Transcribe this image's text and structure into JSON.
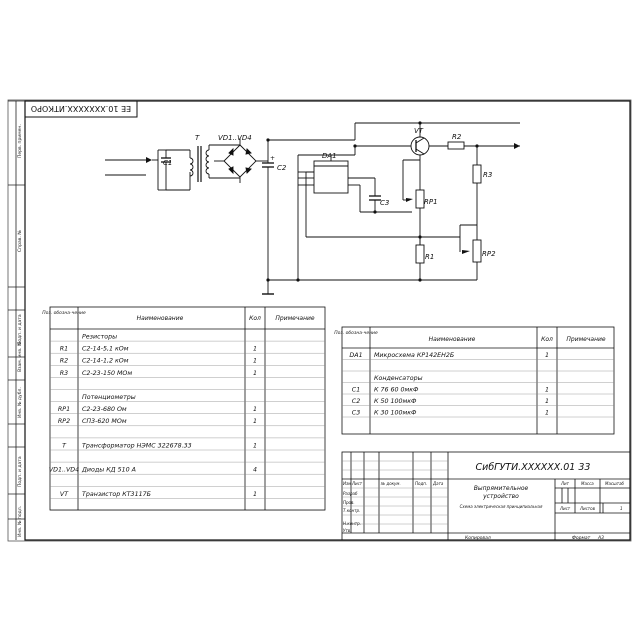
{
  "sheet": {
    "rotated_code": "ЕЕ 10.XXXXXXX.ИТКОРО",
    "side_top": [
      "Перв. примен.",
      "Справ. №"
    ],
    "side_bottom": [
      "Подп. и дата",
      "Инв. № дубл.",
      "Взам. инв. №",
      "Подп. и дата",
      "Инв. № подл."
    ]
  },
  "circuit": {
    "labels": [
      "T",
      "VD1..VD4",
      "C1",
      "C2",
      "DA1",
      "C3",
      "VT",
      "R2",
      "R3",
      "RP1",
      "R1",
      "RP2"
    ]
  },
  "table_left": {
    "col_pos": "Поз. обозна-чение",
    "col_name": "Наименование",
    "col_qty": "Кол",
    "col_note": "Примечание",
    "rows": [
      {
        "pos": "",
        "name": "Резисторы",
        "qty": ""
      },
      {
        "pos": "R1",
        "name": "С2-14-5,1 кОм",
        "qty": "1"
      },
      {
        "pos": "R2",
        "name": "С2-14-1,2 кОм",
        "qty": "1"
      },
      {
        "pos": "R3",
        "name": "С2-23-150 МОм",
        "qty": "1"
      },
      {
        "pos": "",
        "name": "",
        "qty": ""
      },
      {
        "pos": "",
        "name": "Потенциометры",
        "qty": ""
      },
      {
        "pos": "RP1",
        "name": "С2-23-680 Ом",
        "qty": "1"
      },
      {
        "pos": "RP2",
        "name": "СП3-620 МОм",
        "qty": "1"
      },
      {
        "pos": "",
        "name": "",
        "qty": ""
      },
      {
        "pos": "T",
        "name": "Трансформатор НЭМС 322678.33",
        "qty": "1"
      },
      {
        "pos": "",
        "name": "",
        "qty": ""
      },
      {
        "pos": "VD1..VD4",
        "name": "Диоды КД 510 А",
        "qty": "4"
      },
      {
        "pos": "",
        "name": "",
        "qty": ""
      },
      {
        "pos": "VT",
        "name": "Транзистор КТ3117Б",
        "qty": "1"
      },
      {
        "pos": "",
        "name": "",
        "qty": ""
      }
    ]
  },
  "table_right": {
    "col_pos": "Поз. обозна-чение",
    "col_name": "Наименование",
    "col_qty": "Кол",
    "col_note": "Примечание",
    "rows": [
      {
        "pos": "DA1",
        "name": "Микросхема КР142ЕН2Б",
        "qty": "1"
      },
      {
        "pos": "",
        "name": "",
        "qty": ""
      },
      {
        "pos": "",
        "name": "Конденсаторы",
        "qty": ""
      },
      {
        "pos": "C1",
        "name": "К 76 60 0мкФ",
        "qty": "1"
      },
      {
        "pos": "C2",
        "name": "К 50 100мкФ",
        "qty": "1"
      },
      {
        "pos": "C3",
        "name": "К 30 100мкФ",
        "qty": "1"
      }
    ]
  },
  "title_block": {
    "code": "СибГУТИ.XXXXXX.01 33",
    "title_line1": "Выпрямительное",
    "title_line2": "устройство",
    "title_line3": "Схема электрическая принципиальная",
    "h_izm": "Изм",
    "h_list": "Лист",
    "h_ndok": "№ докум.",
    "h_podp": "Подп.",
    "h_data": "Дата",
    "razrab": "Разраб",
    "prov": "Пров.",
    "tkontr": "Т.контр.",
    "nkontr": "Н.контр.",
    "utv": "Утв.",
    "lit": "Лит",
    "massa": "Масса",
    "masshtab": "Масштаб",
    "list": "Лист",
    "listov": "Листов",
    "listov_val": "1",
    "kopiroval": "Копировал",
    "format": "Формат",
    "format_val": "А3"
  }
}
